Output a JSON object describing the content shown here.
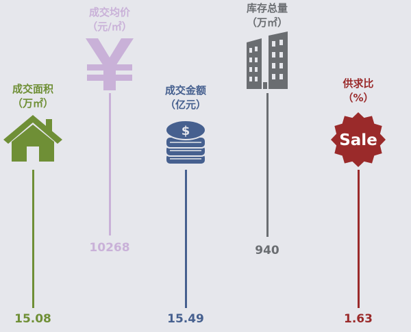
{
  "colors": {
    "area": "#6f8f36",
    "price": "#c9b1d8",
    "amount": "#46608f",
    "stock": "#6a6d71",
    "ratio": "#9a2a2a"
  },
  "items": [
    {
      "key": "area",
      "title": "成交面积",
      "unit": "（万㎡）",
      "value": "15.08",
      "icon": "house-icon"
    },
    {
      "key": "price",
      "title": "成交均价",
      "unit": "（元/㎡）",
      "value": "10268",
      "icon": "yen-icon"
    },
    {
      "key": "amount",
      "title": "成交金额",
      "unit": "（亿元）",
      "value": "15.49",
      "icon": "coin-stack-icon"
    },
    {
      "key": "stock",
      "title": "库存总量",
      "unit": "（万㎡）",
      "value": "940",
      "icon": "buildings-icon"
    },
    {
      "key": "ratio",
      "title": "供求比",
      "unit": "（%）",
      "value": "1.63",
      "icon": "sale-badge-icon"
    }
  ],
  "sale_badge": {
    "text": "Sale"
  }
}
